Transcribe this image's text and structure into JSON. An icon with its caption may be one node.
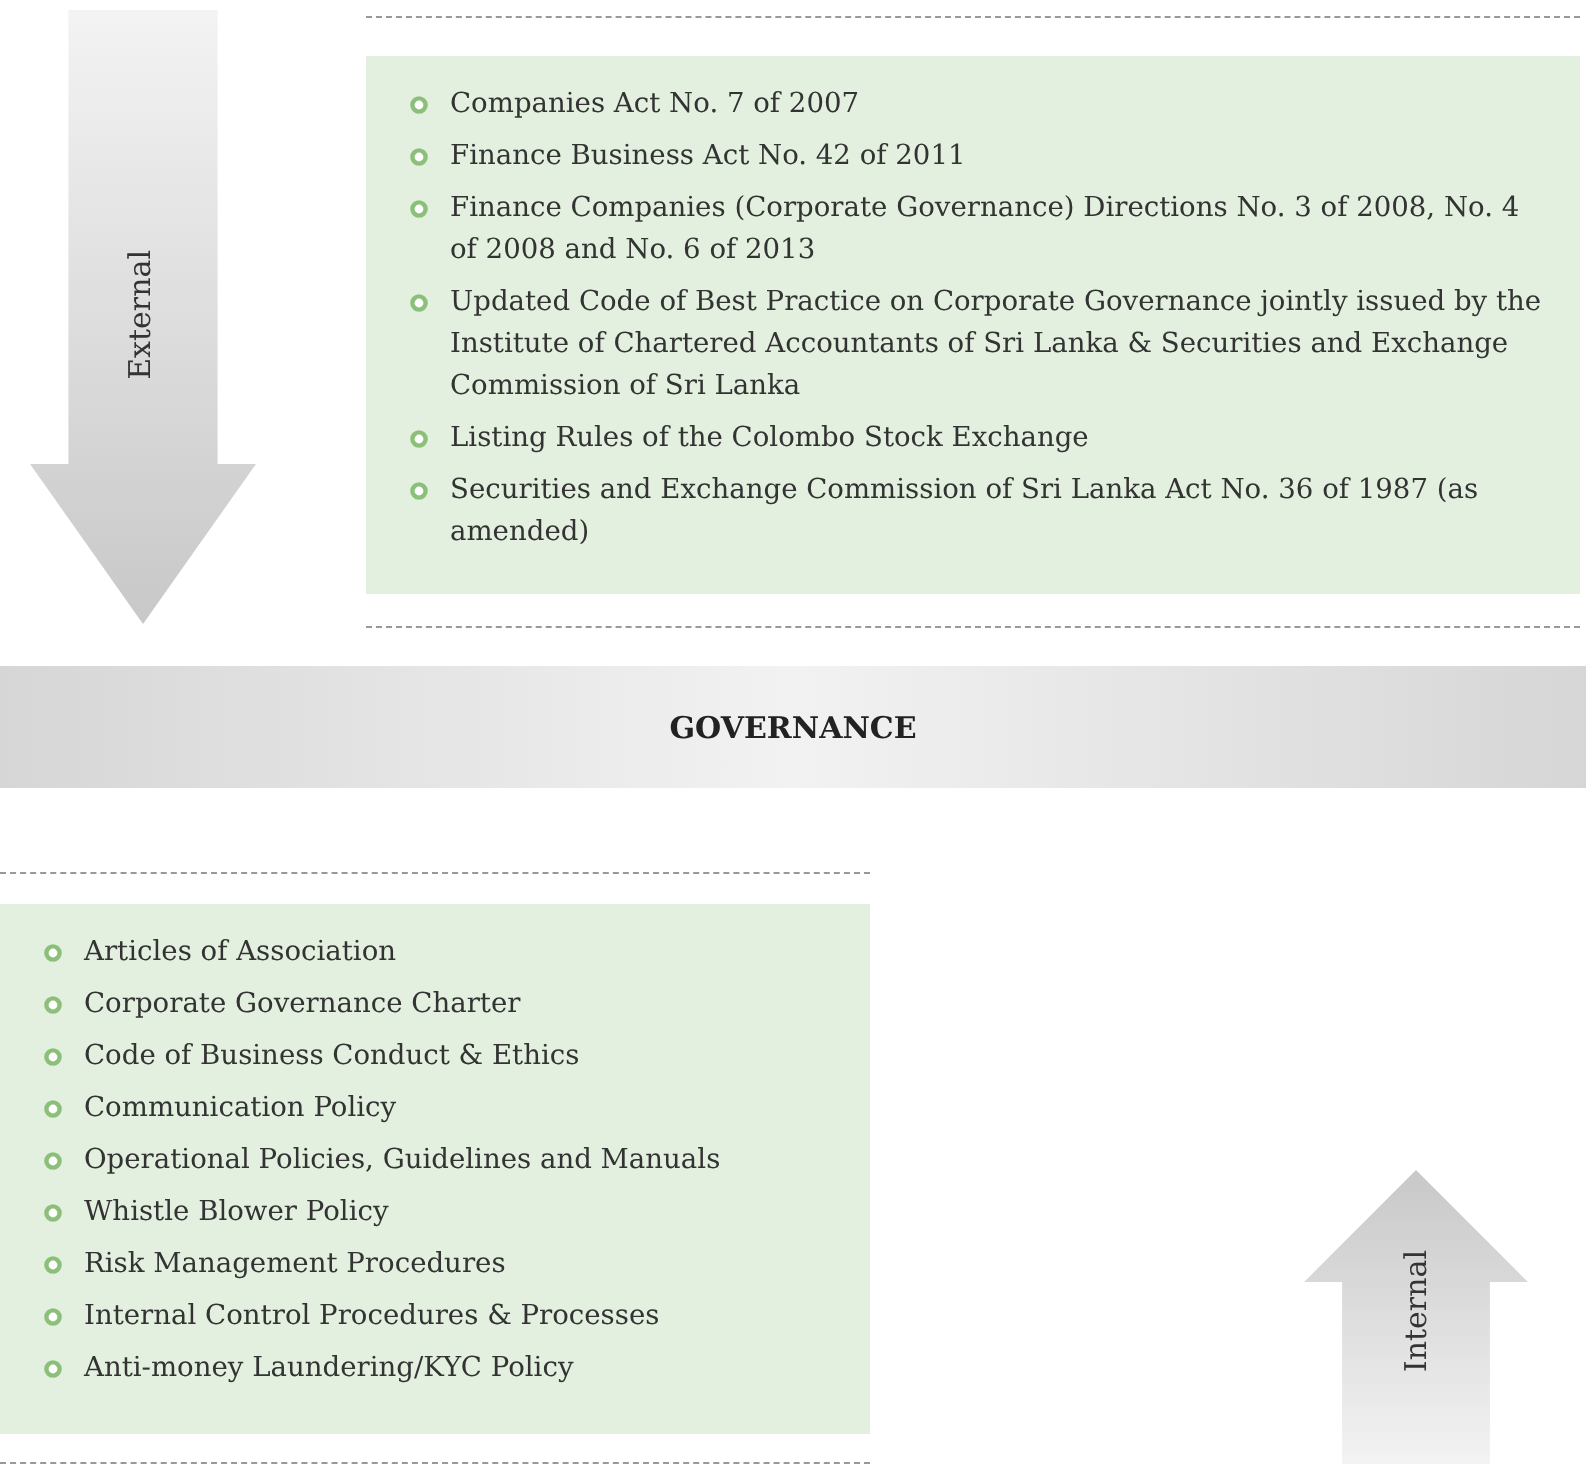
{
  "diagram": {
    "nodes": [
      {
        "text": [
          "External"
        ]
      },
      {
        "text": [
          "Companies Act No. 7 of 2007",
          "Finance Business Act No. 42 of 2011",
          "Finance Companies (Corporate Governance) Directions No. 3 of 2008, No. 4 of 2008 and No. 6 of 2013",
          "Updated Code of Best Practice on Corporate Governance jointly issued by the Institute of Chartered Accountants of Sri Lanka & Securities and Exchange Commission of Sri Lanka",
          "Listing Rules of the Colombo Stock Exchange",
          "Securities and Exchange Commission of Sri Lanka Act No. 36 of 1987 (as amended)"
        ]
      },
      {
        "text": [
          "GOVERNANCE"
        ]
      },
      {
        "text": [
          "Articles of Association",
          "Corporate Governance Charter",
          "Code of Business Conduct & Ethics",
          "Communication Policy",
          "Operational Policies, Guidelines and Manuals",
          "Whistle Blower Policy",
          "Risk Management Procedures",
          "Internal Control Procedures & Processes",
          "Anti-money Laundering/KYC Policy"
        ]
      },
      {
        "text": [
          "Internal"
        ]
      }
    ],
    "edges": []
  }
}
